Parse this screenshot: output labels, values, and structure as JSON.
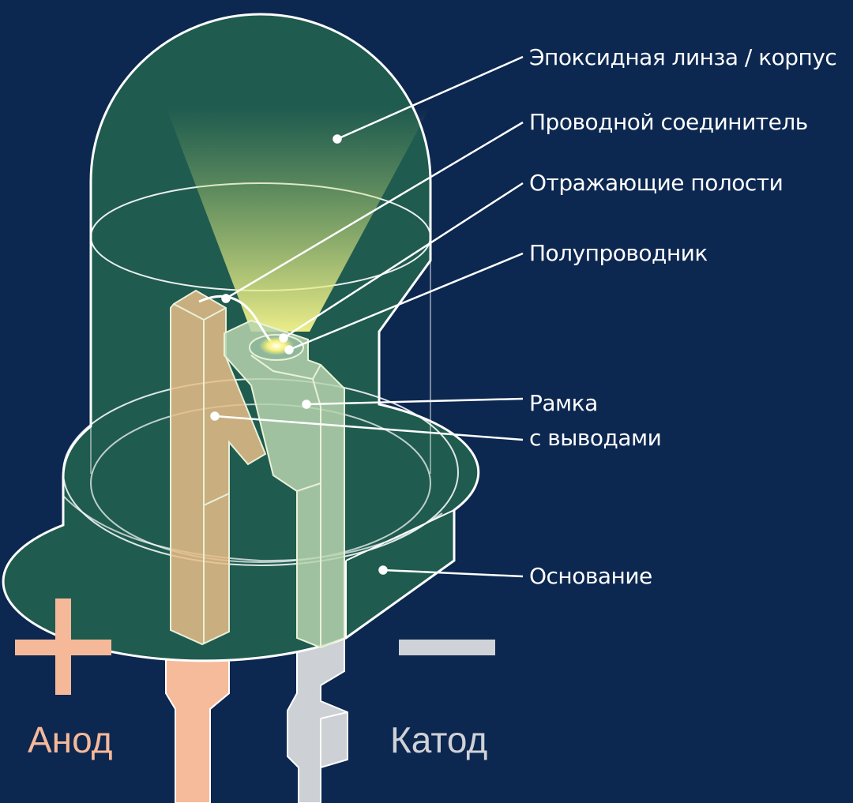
{
  "labels": {
    "lens": "Эпоксидная линза / корпус",
    "wire": "Проводной соединитель",
    "cavity": "Отражающие полости",
    "chip": "Полупроводник",
    "frame_line1": "Рамка",
    "frame_line2": "с выводами",
    "base": "Основание"
  },
  "polarity": {
    "anode_label": "Анод",
    "cathode_label": "Катод",
    "anode_color": "#f5b99a",
    "cathode_color": "#cfd2d6"
  },
  "colors": {
    "background": "#0c2750",
    "body": "#1f5b4f",
    "anode_lead": "#e8bd87",
    "cathode_lead": "#b6d3ad",
    "glow": "#f5f28a",
    "outline": "#ffffff"
  }
}
